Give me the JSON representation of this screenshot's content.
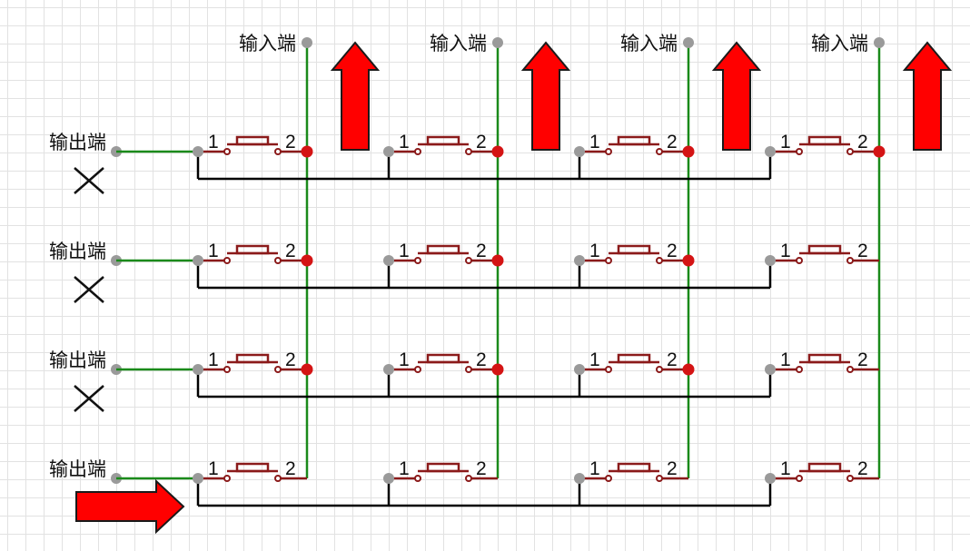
{
  "labels": {
    "input_terminal": "输入端",
    "output_terminal": "输出端",
    "pin_1": "1",
    "pin_2": "2"
  },
  "colors": {
    "input_wire": "#1a8a1a",
    "row_wire": "#1a8a1a",
    "common_wire": "#000000",
    "switch": "#8b1a1a",
    "junction": "#d41414",
    "terminal": "#9a9a9a",
    "arrow": "#ff0000"
  },
  "grid": {
    "rows": 4,
    "columns": 4
  },
  "junctions": [
    [
      true,
      true,
      true,
      true
    ],
    [
      true,
      true,
      true,
      false
    ],
    [
      true,
      true,
      true,
      false
    ],
    [
      false,
      false,
      false,
      false
    ]
  ],
  "icons": {
    "up_arrows": "red-up-arrow-icon",
    "right_arrow": "red-right-arrow-icon",
    "cross_marks": "x-mark-icon"
  },
  "inactive_output_rows": [
    1,
    2,
    3
  ],
  "active_output_row": 4
}
